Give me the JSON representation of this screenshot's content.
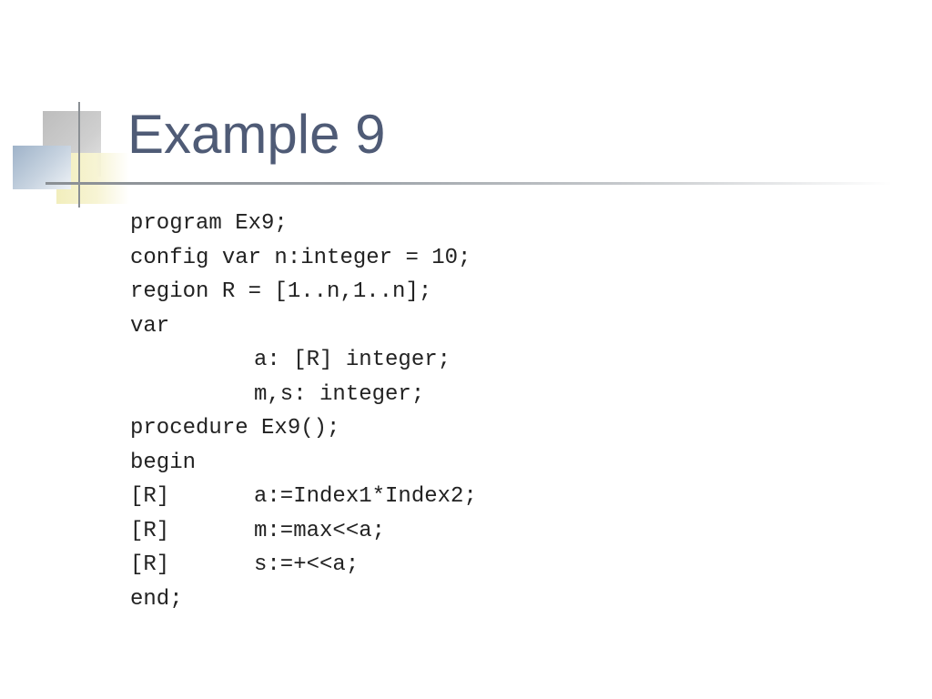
{
  "slide": {
    "title": "Example 9",
    "title_color": "#4f5b76",
    "code_lines": [
      {
        "label": "",
        "text": "program Ex9;"
      },
      {
        "label": "",
        "text": "config var n:integer = 10;"
      },
      {
        "label": "",
        "text": "region R = [1..n,1..n];"
      },
      {
        "label": "",
        "text": "var"
      },
      {
        "label": "",
        "text": "a: [R] integer;"
      },
      {
        "label": "",
        "text": "m,s: integer;"
      },
      {
        "label": "",
        "text": "procedure Ex9();"
      },
      {
        "label": "",
        "text": "begin"
      },
      {
        "label": "[R]",
        "text": "a:=Index1*Index2;"
      },
      {
        "label": "[R]",
        "text": "m:=max<<a;"
      },
      {
        "label": "[R]",
        "text": "s:=+<<a;"
      },
      {
        "label": "",
        "text": "end;"
      }
    ]
  }
}
